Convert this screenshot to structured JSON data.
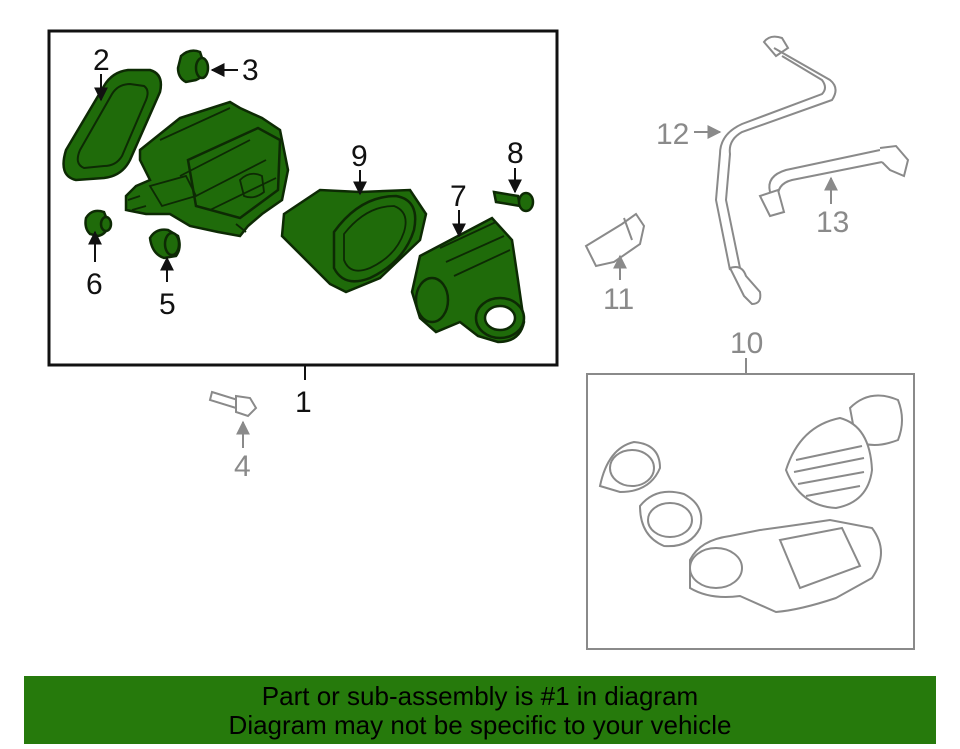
{
  "colors": {
    "highlight_fill": "#1f6b0a",
    "highlight_stroke": "#0d2a04",
    "banner_bg": "#267a0c",
    "callout_main": "#111111",
    "callout_other": "#8a8a8a"
  },
  "callouts": {
    "c1": "1",
    "c2": "2",
    "c3": "3",
    "c4": "4",
    "c5": "5",
    "c6": "6",
    "c7": "7",
    "c8": "8",
    "c9": "9",
    "c10": "10",
    "c11": "11",
    "c12": "12",
    "c13": "13"
  },
  "banner": {
    "line1": "Part or sub-assembly is #1 in diagram",
    "line2": "Diagram may not be specific to your vehicle"
  }
}
